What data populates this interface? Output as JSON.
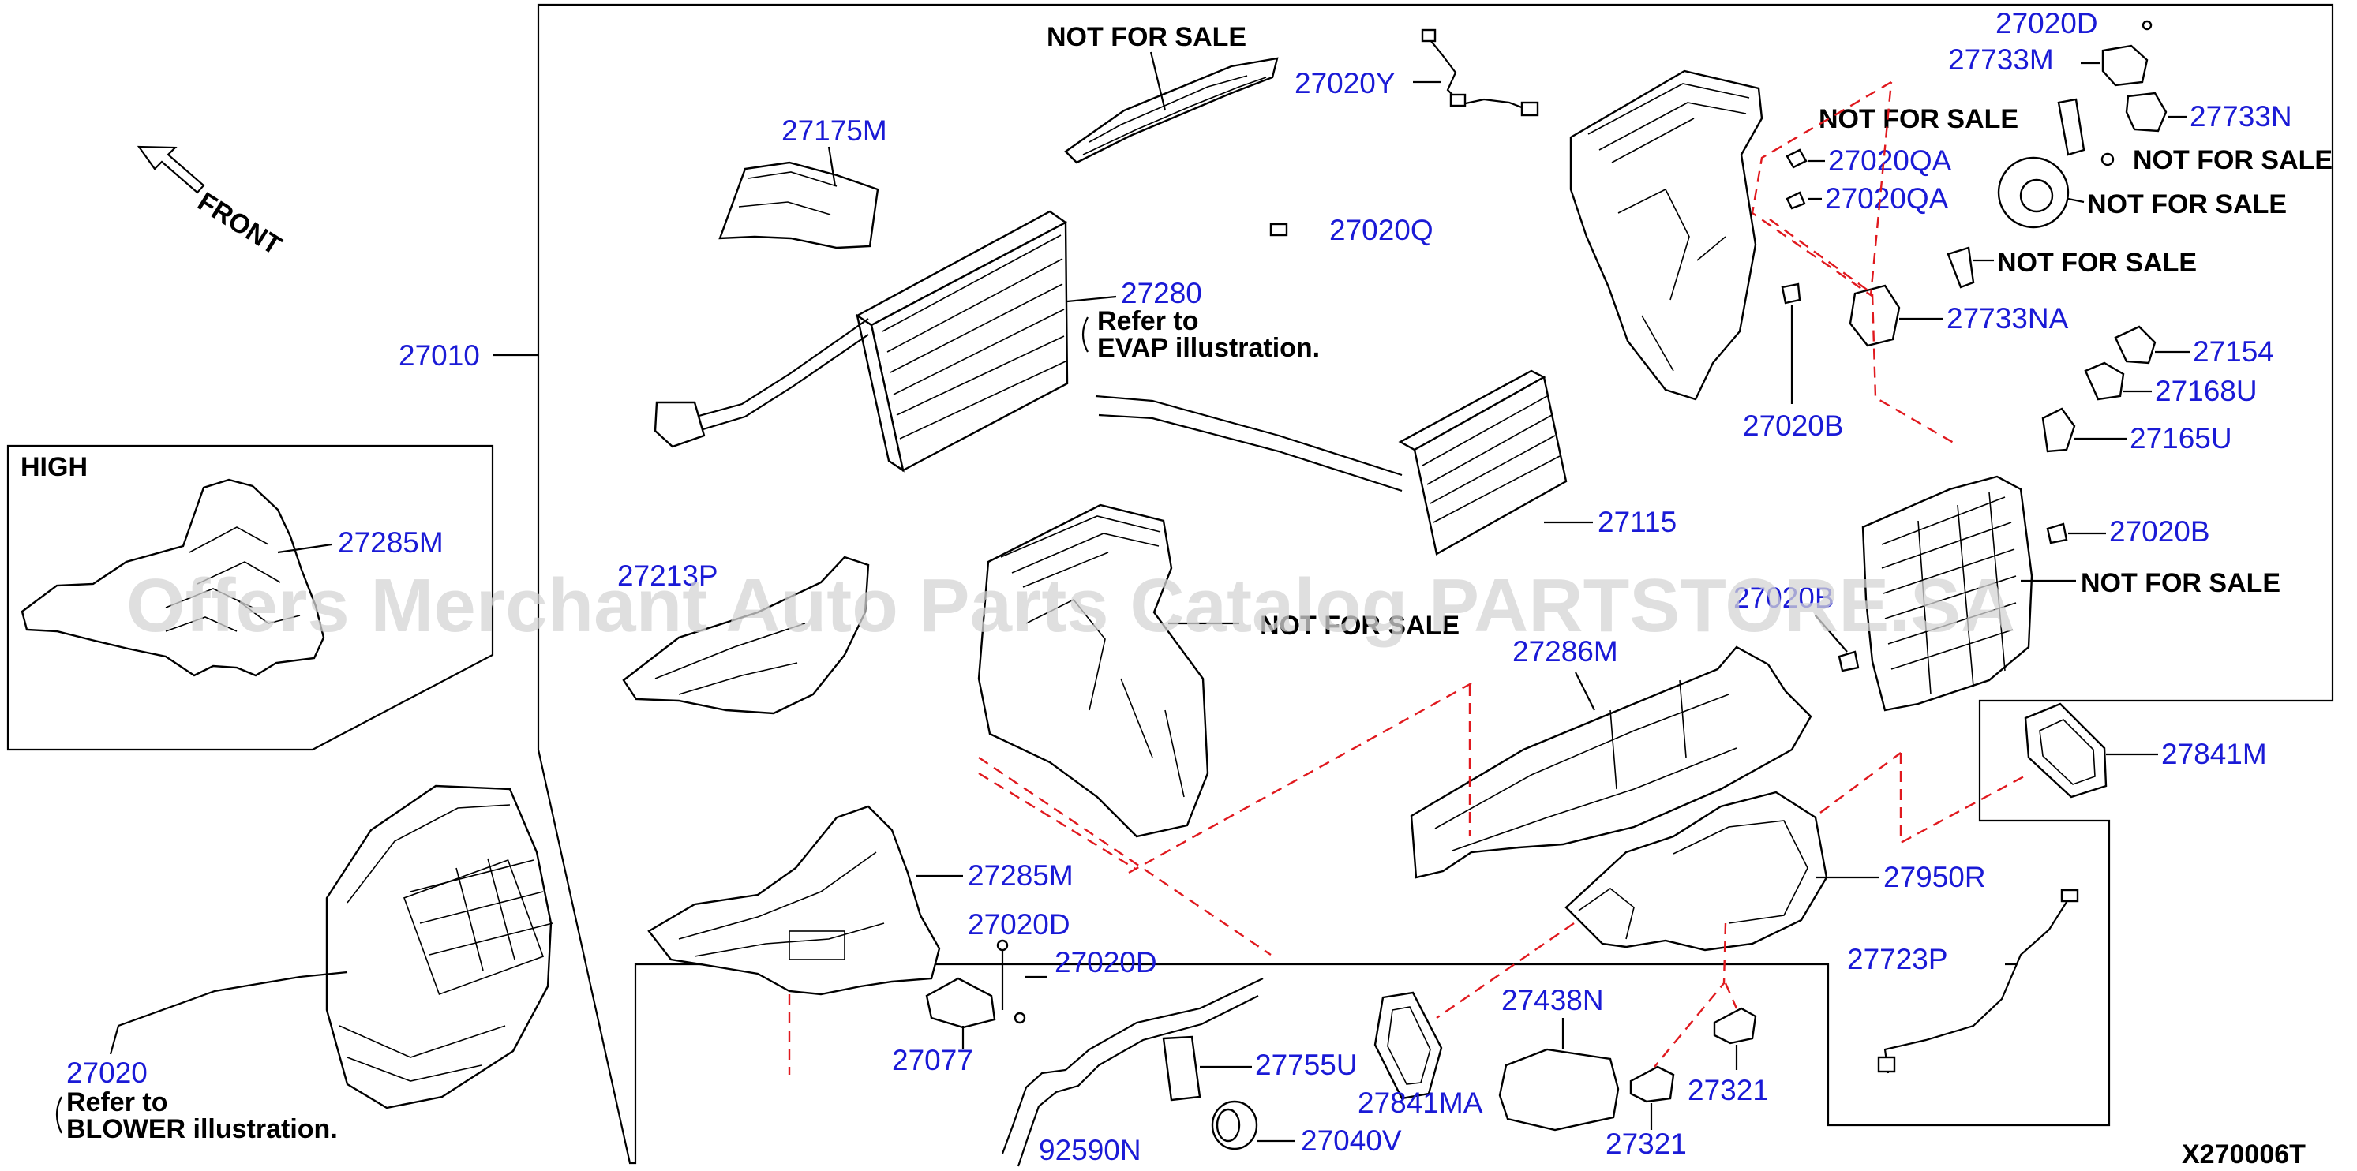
{
  "colors": {
    "part_number": "#1a1ad6",
    "text": "#000000",
    "dashed_leader": "#e0191e",
    "watermark": "#d4d4d4"
  },
  "front_arrow": "FRONT",
  "high_box_label": "HIGH",
  "diagram_code": "X270006T",
  "watermark": "Offers Merchant Auto Parts Catalog PARTSTORE.SA",
  "parts": {
    "p27020D_top": "27020D",
    "p27733M": "27733M",
    "p27733N": "27733N",
    "p27020Y": "27020Y",
    "p27175M": "27175M",
    "p27020QA_1": "27020QA",
    "p27020QA_2": "27020QA",
    "p27020Q": "27020Q",
    "p27280": "27280",
    "p27010": "27010",
    "p27733NA": "27733NA",
    "p27154": "27154",
    "p27168U": "27168U",
    "p27165U": "27165U",
    "p27020B_1": "27020B",
    "p27020B_2": "27020B",
    "p27020B_3": "27020B",
    "p27285M_high": "27285M",
    "p27213P": "27213P",
    "p27115": "27115",
    "p27286M": "27286M",
    "p27841M": "27841M",
    "p27285M": "27285M",
    "p27950R": "27950R",
    "p27020D_1": "27020D",
    "p27020D_2": "27020D",
    "p27723P": "27723P",
    "p27020": "27020",
    "p27077": "27077",
    "p27438N": "27438N",
    "p27755U": "27755U",
    "p27841MA": "27841MA",
    "p27321_1": "27321",
    "p27321_2": "27321",
    "p92590N": "92590N",
    "p27040V": "27040V"
  },
  "notes": {
    "nfs_1": "NOT FOR SALE",
    "nfs_2": "NOT FOR SALE",
    "nfs_3": "NOT FOR SALE",
    "nfs_4": "NOT FOR SALE",
    "nfs_5": "NOT FOR SALE",
    "nfs_6": "NOT FOR SALE",
    "nfs_7": "NOT FOR SALE",
    "refer_evap_1": "Refer to",
    "refer_evap_2": "EVAP illustration.",
    "refer_blower_1": "Refer to",
    "refer_blower_2": "BLOWER illustration."
  }
}
